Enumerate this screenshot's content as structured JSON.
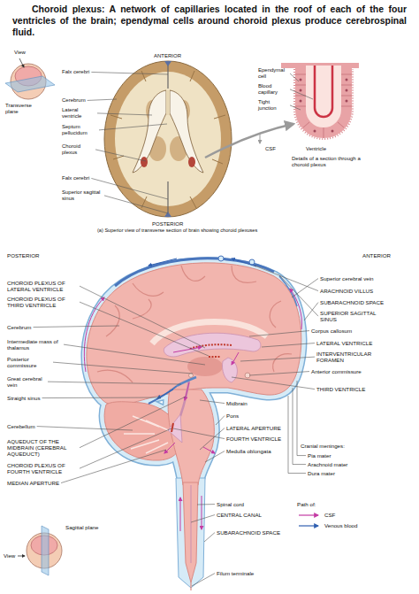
{
  "diagram": {
    "title": "Choroid plexus: A network of capillaries located in the roof of each of the four ventricles of the brain; ependymal cells around choroid plexus produce cerebrospinal fluid.",
    "caption": "(a) Superior view of transverse section of brain showing choroid plexuses",
    "labels": [
      "ANTERIOR",
      "View",
      "Transverse plane",
      "Falx cerebri",
      "Cerebrum",
      "Lateral ventricle",
      "Septum pellucidum",
      "Choroid plexus",
      "Falx cerebri",
      "Superior sagittal sinus",
      "POSTERIOR",
      "Ependymal cell",
      "Blood capillary",
      "Tight junction",
      "CSF",
      "Ventricle",
      "Details of a section through a choroid plexus",
      "POSTERIOR",
      "ANTERIOR",
      "CHOROID PLEXUS OF LATERAL VENTRICLE",
      "CHOROID PLEXUS OF THIRD VENTRICLE",
      "Cerebrum",
      "Intermediate mass of thalamus",
      "Posterior commissure",
      "Great cerebral vein",
      "Straight sinus",
      "Cerebellum",
      "AQUEDUCT OF THE MIDBRAIN (CEREBRAL AQUEDUCT)",
      "CHOROID PLEXUS OF FOURTH VENTRICLE",
      "MEDIAN APERTURE",
      "Superior cerebral vein",
      "ARACHNOID VILLUS",
      "SUBARACHNOID SPACE",
      "SUPERIOR SAGITTAL SINUS",
      "Corpus callosum",
      "LATERAL VENTRICLE",
      "INTERVENTRICULAR FORAMEN",
      "Anterior commissure",
      "THIRD VENTRICLE",
      "Midbrain",
      "Pons",
      "LATERAL APERTURE",
      "FOURTH VENTRICLE",
      "Medulla oblongata",
      "Cranial meninges:",
      "Pia mater",
      "Arachnoid mater",
      "Dura mater",
      "Spinal cord",
      "CENTRAL CANAL",
      "SUBARACHNOID SPACE",
      "Filum terminale",
      "Sagittal plane",
      "View",
      "Path of:"
    ],
    "legend": [
      {
        "text": "CSF"
      },
      {
        "text": "Venous blood"
      }
    ]
  }
}
